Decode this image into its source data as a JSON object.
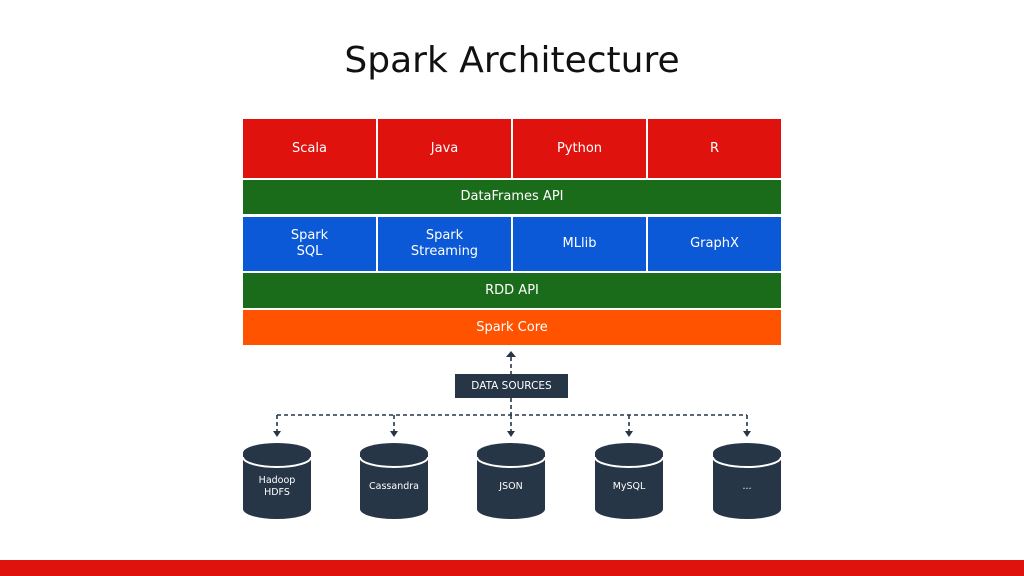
{
  "title": "Spark Architecture",
  "languages": [
    "Scala",
    "Java",
    "Python",
    "R"
  ],
  "dataframes_api": "DataFrames API",
  "libraries": [
    "Spark\nSQL",
    "Spark\nStreaming",
    "MLlib",
    "GraphX"
  ],
  "rdd_api": "RDD API",
  "spark_core": "Spark Core",
  "data_sources_label": "DATA SOURCES",
  "sources": [
    "Hadoop\nHDFS",
    "Cassandra",
    "JSON",
    "MySQL",
    "..."
  ],
  "colors": {
    "red": "#e0120e",
    "green": "#1a6b1a",
    "blue": "#0b59d6",
    "orange": "#ff5300",
    "dark": "#273646"
  }
}
